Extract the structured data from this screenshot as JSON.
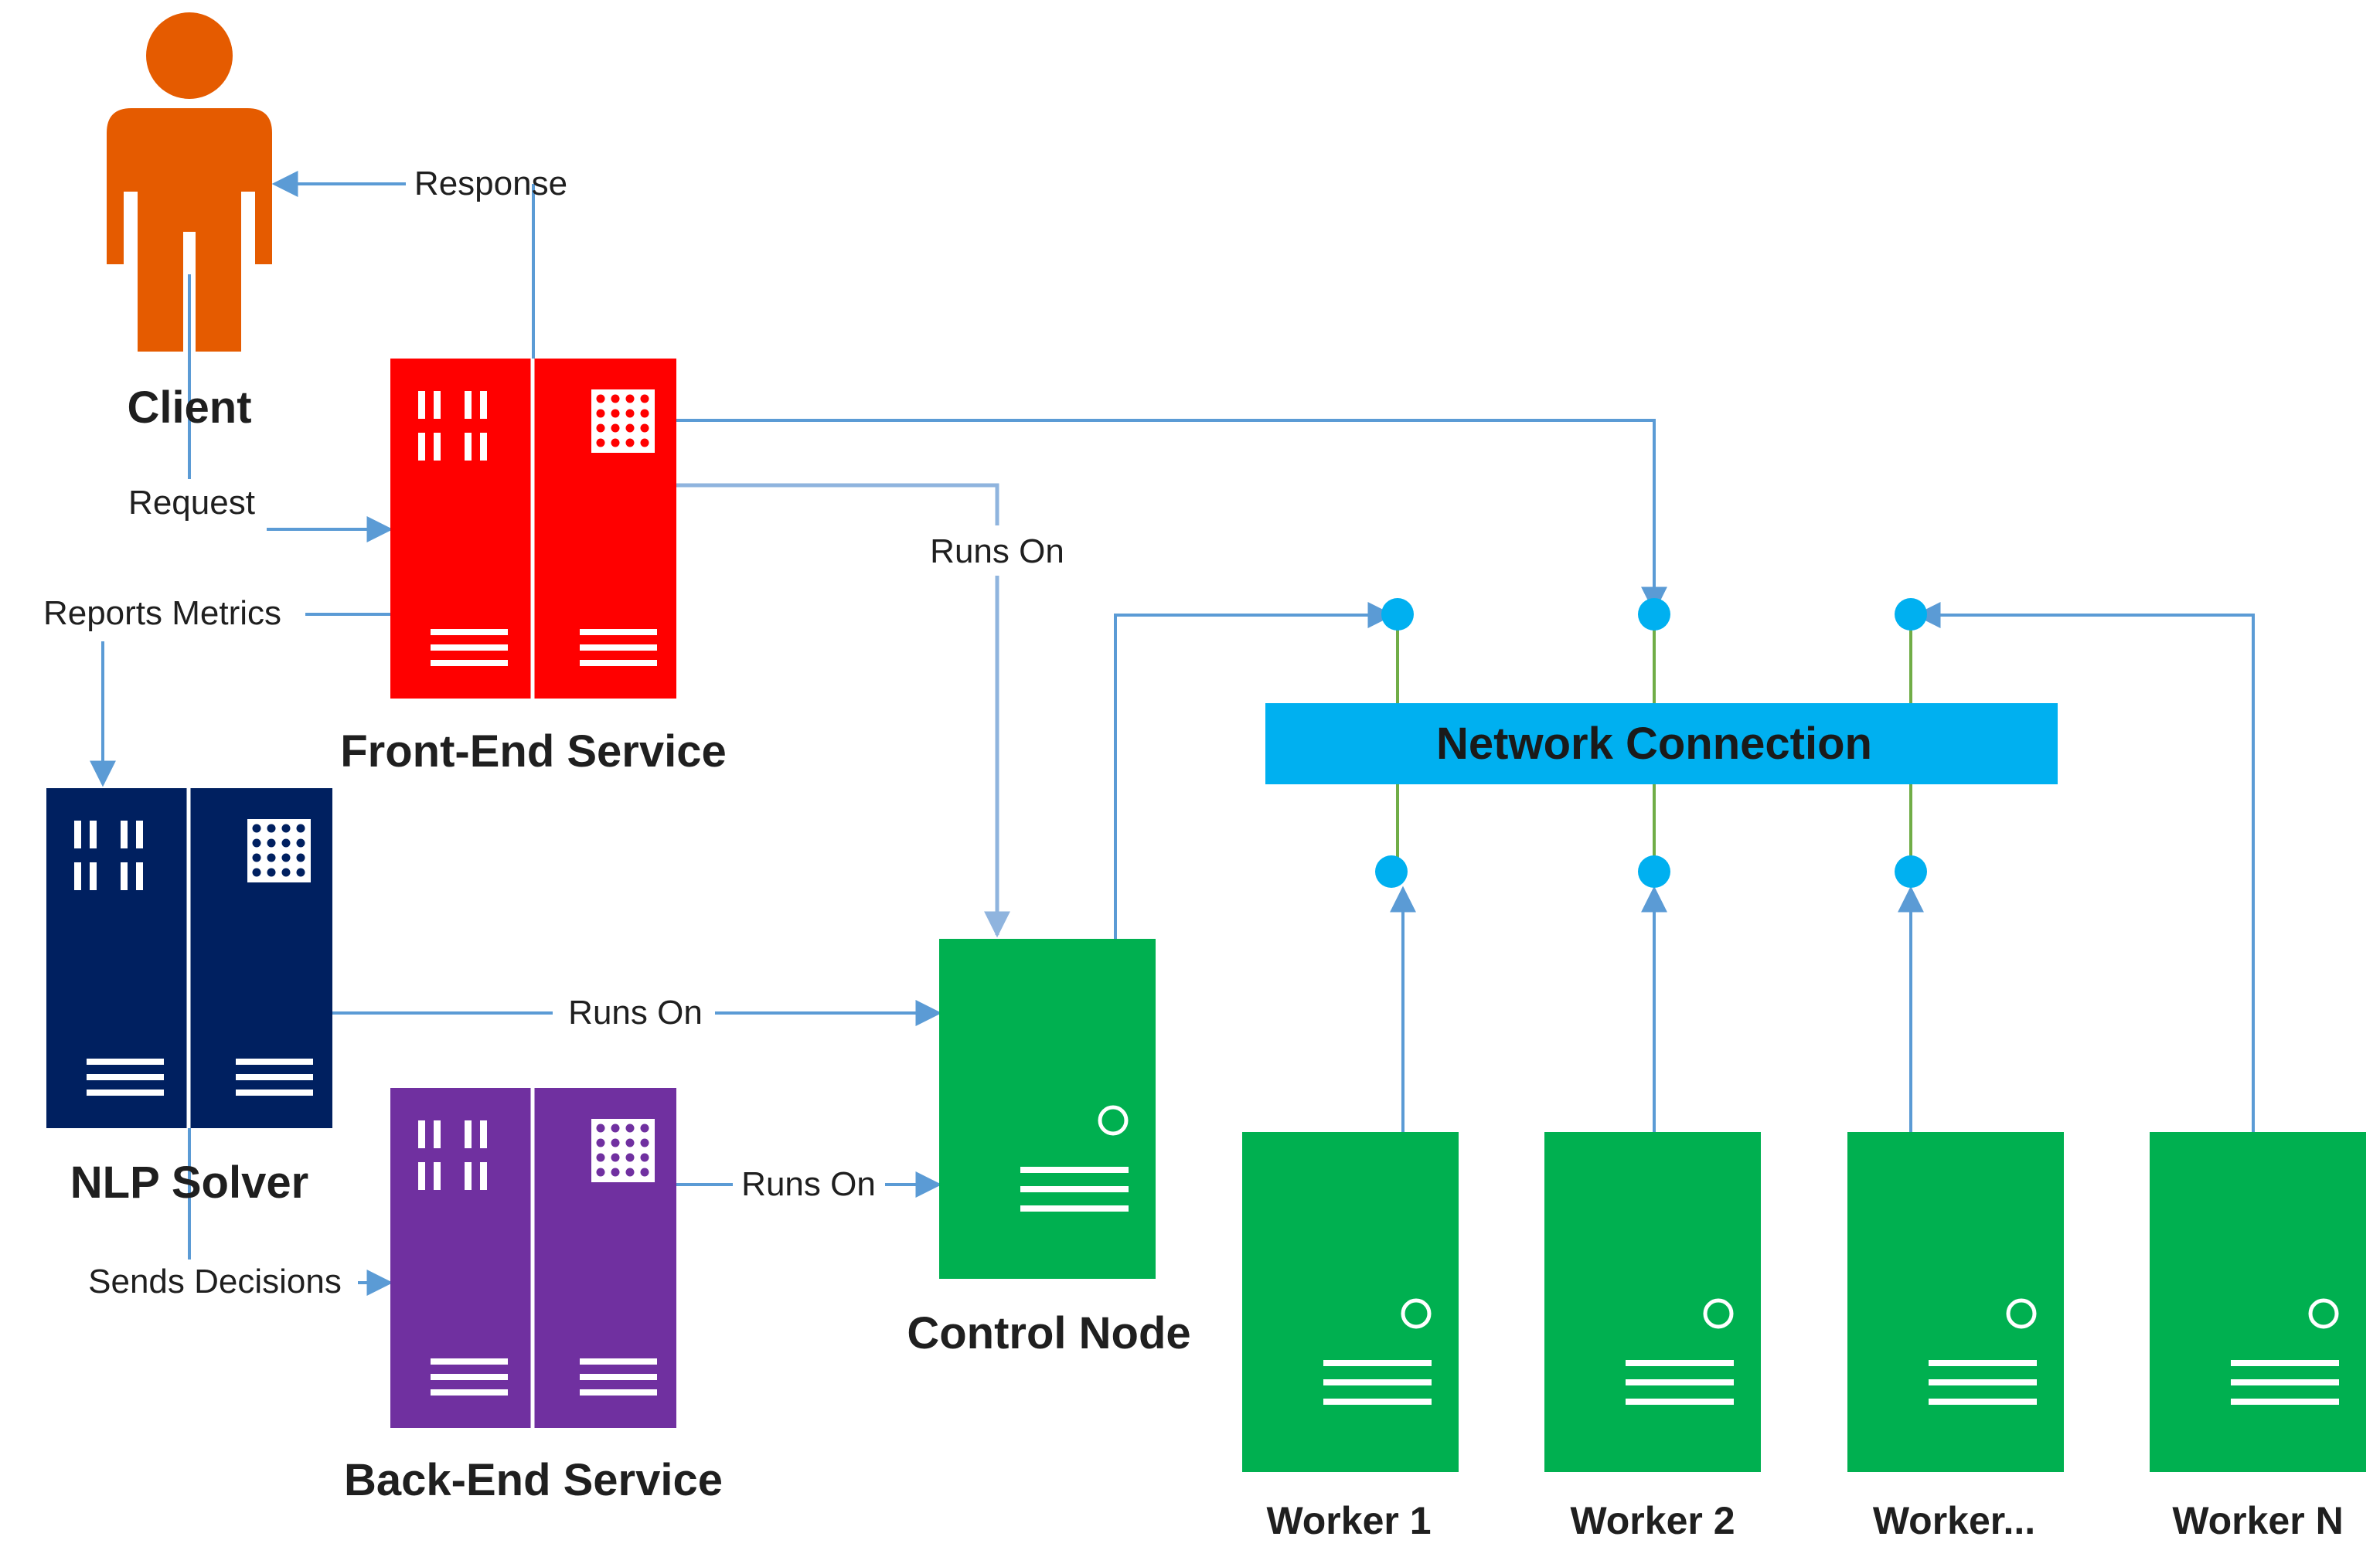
{
  "nodes": {
    "client": "Client",
    "frontend": "Front-End Service",
    "nlp": "NLP Solver",
    "backend": "Back-End Service",
    "control": "Control Node",
    "network": "Network Connection",
    "worker1": "Worker 1",
    "worker2": "Worker 2",
    "worker3": "Worker...",
    "workerN": "Worker N"
  },
  "edges": {
    "response": "Response",
    "request": "Request",
    "reports_metrics": "Reports Metrics",
    "runs_on_frontend": "Runs On",
    "runs_on_nlp": "Runs On",
    "runs_on_backend": "Runs On",
    "sends_decisions": "Sends Decisions"
  },
  "colors": {
    "client": "#E55B00",
    "frontend": "#FF0000",
    "nlp": "#002060",
    "backend": "#7030A0",
    "compute": "#00B050",
    "network": "#00B0F0",
    "connector": "#5B9BD5",
    "connector_light": "#9DC3E6",
    "link": "#70AD47"
  },
  "icons": {
    "client": "person-icon",
    "frontend": "server-rack-icon",
    "nlp": "server-rack-icon",
    "backend": "server-rack-icon",
    "control": "server-icon",
    "worker": "server-icon",
    "port": "network-port-icon"
  }
}
